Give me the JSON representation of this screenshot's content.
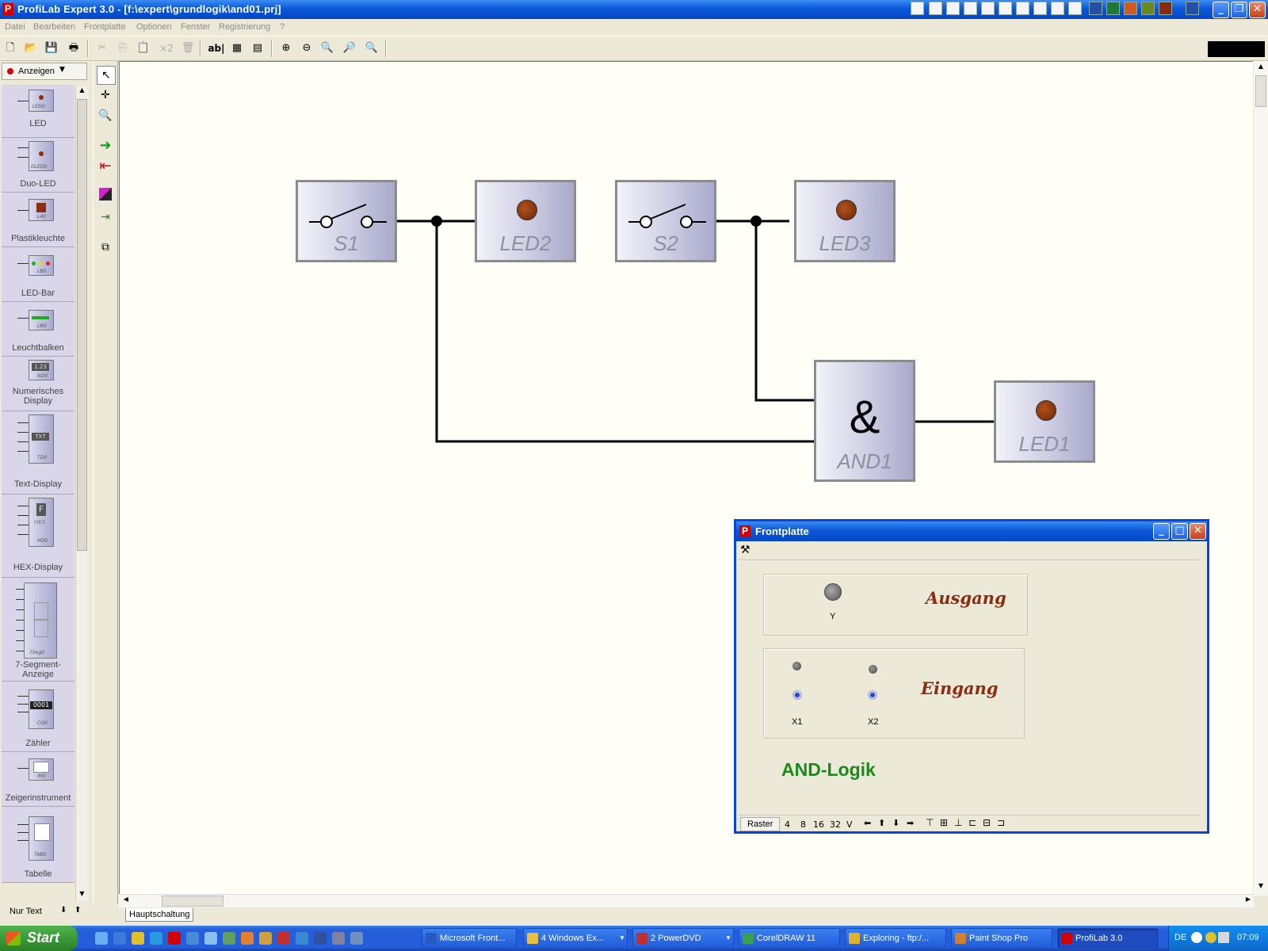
{
  "window": {
    "title": "ProfiLab Expert 3.0 - [f:\\expert\\grundlogik\\and01.prj]",
    "logo": "P"
  },
  "menu": [
    "Datei",
    "Bearbeiten",
    "Frontplatte",
    "Optionen",
    "Fenster",
    "Registrierung",
    "?"
  ],
  "toolbar": {
    "text_tool_label": "ab|",
    "copy_x2_label": "×2"
  },
  "palette": {
    "category": "Anzeigen",
    "items": [
      {
        "label": "LED",
        "tag": "LED0"
      },
      {
        "label": "Duo-LED",
        "tag": "DLED0"
      },
      {
        "label": "Plastikleuchte",
        "tag": "L40"
      },
      {
        "label": "LED-Bar",
        "tag": "LB0"
      },
      {
        "label": "Leuchtbalken",
        "tag": "LB0"
      },
      {
        "label": "Numerisches Display",
        "tag": "ND0",
        "screen": "1.23"
      },
      {
        "label": "Text-Display",
        "tag": "TD0",
        "screen": "TXT"
      },
      {
        "label": "HEX-Display",
        "tag": "HD0",
        "screen": "F",
        "sub": "HEX"
      },
      {
        "label": "7-Segment-Anzeige",
        "tag": "7Seg0"
      },
      {
        "label": "Zähler",
        "tag": "CO0",
        "screen": "0001"
      },
      {
        "label": "Zeigerinstrument",
        "tag": "IM0"
      },
      {
        "label": "Tabelle",
        "tag": "TAB0"
      }
    ],
    "footer": "Nur Text"
  },
  "circuit": {
    "blocks": {
      "s1": "S1",
      "led2": "LED2",
      "s2": "S2",
      "led3": "LED3",
      "and1_symbol": "&",
      "and1": "AND1",
      "led1": "LED1"
    }
  },
  "sheet_tab": "Hauptschaltung",
  "frontplatte": {
    "title": "Frontplatte",
    "ausgang": {
      "heading": "Ausgang",
      "led_label": "Y"
    },
    "eingang": {
      "heading": "Eingang",
      "labels": [
        "X1",
        "X2"
      ]
    },
    "caption": "AND-Logik",
    "statusbar": {
      "raster": "Raster",
      "values": [
        "4",
        "8",
        "16",
        "32",
        "V"
      ]
    }
  },
  "taskbar": {
    "start": "Start",
    "tasks": [
      {
        "label": "Microsoft Front...",
        "icon_color": "#2b57c2"
      },
      {
        "label": "4 Windows Ex...",
        "icon_color": "#e8c040"
      },
      {
        "label": "2 PowerDVD",
        "icon_color": "#c03030"
      },
      {
        "label": "CorelDRAW 11",
        "icon_color": "#3aa050"
      },
      {
        "label": "Exploring - ftp:/...",
        "icon_color": "#e0b030"
      },
      {
        "label": "Paint Shop Pro",
        "icon_color": "#d08030"
      },
      {
        "label": "ProfiLab 3.0",
        "icon_color": "#d40000"
      }
    ],
    "language": "DE",
    "clock": "07:09"
  },
  "colors": {
    "accent": "#0a58d8",
    "led_on": "#8b3410",
    "heading": "#8b2d10",
    "caption": "#1a8a1a"
  }
}
